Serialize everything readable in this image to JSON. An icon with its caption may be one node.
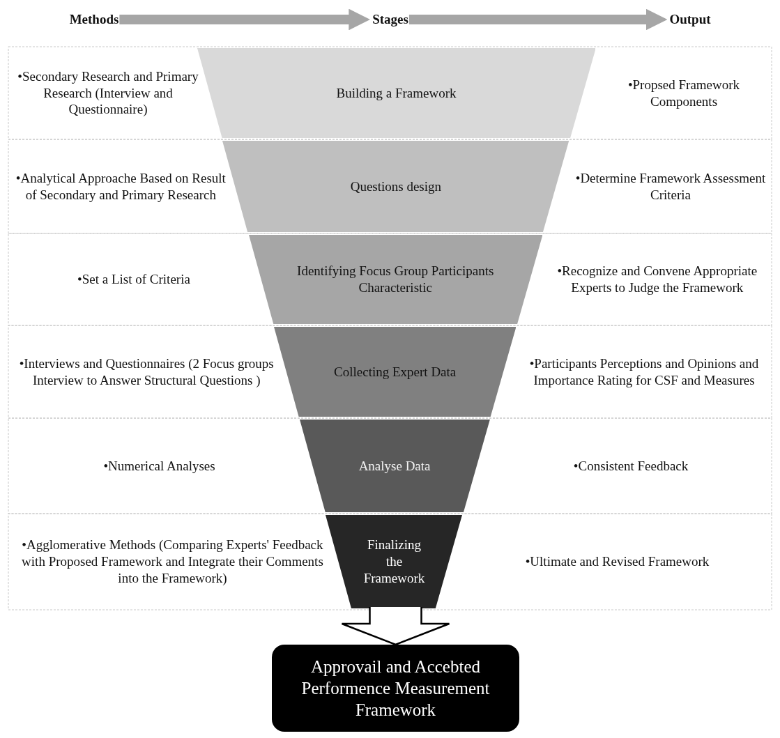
{
  "diagram": {
    "nodes": [
      {
        "text": [
          "Methods"
        ]
      },
      {
        "text": [
          "Stages"
        ]
      },
      {
        "text": [
          "Output"
        ]
      },
      {
        "text": [
          "Building a Framework"
        ]
      },
      {
        "text": [
          "Questions design"
        ]
      },
      {
        "text": [
          "Identifying Focus Group Participants Characteristic"
        ]
      },
      {
        "text": [
          "Collecting Expert Data"
        ]
      },
      {
        "text": [
          "Analyse Data"
        ]
      },
      {
        "text": [
          "Finalizing the Framework"
        ]
      },
      {
        "text": [
          "Approvail and Accebted Performence Measurement Framework"
        ]
      }
    ],
    "edges": [
      {
        "from": 0,
        "to": 1,
        "arrow": "to"
      },
      {
        "from": 1,
        "to": 2,
        "arrow": "to"
      },
      {
        "from": 8,
        "to": 9,
        "arrow": "to"
      }
    ],
    "labels": [
      "•Secondary Research and Primary Research (Interview and Questionnaire)",
      "•Propsed Framework Components",
      "•Analytical Approache Based on Result of Secondary and Primary Research",
      "•Determine Framework Assessment Criteria",
      "•Set a List of Criteria",
      "•Recognize and Convene Appropriate Experts to Judge the Framework",
      "•Interviews and Questionnaires (2 Focus groups Interview to Answer Structural Questions )",
      "•Participants Perceptions and Opinions and Importance Rating for CSF and Measures",
      "•Numerical Analyses",
      "•Consistent Feedback",
      "•Agglomerative Methods (Comparing Experts' Feedback with Proposed Framework and Integrate their Comments into the Framework)",
      "•Ultimate and Revised Framework"
    ]
  }
}
